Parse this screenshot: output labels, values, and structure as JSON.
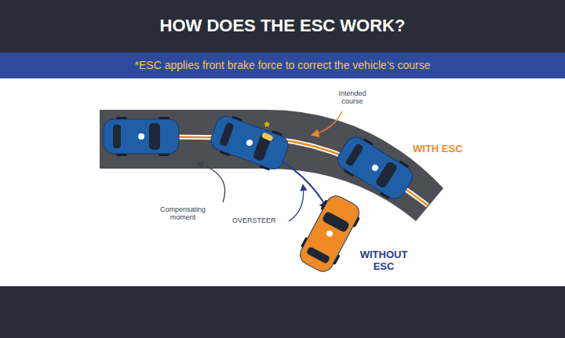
{
  "diagram": {
    "title": "HOW DOES THE ESC WORK?",
    "labels": [
      "*ESC applies front brake force to correct the vehicle's course",
      "Intended course",
      "*",
      "WITH ESC",
      "Compensating moment",
      "OVERSTEER",
      "WITHOUT ESC"
    ]
  }
}
